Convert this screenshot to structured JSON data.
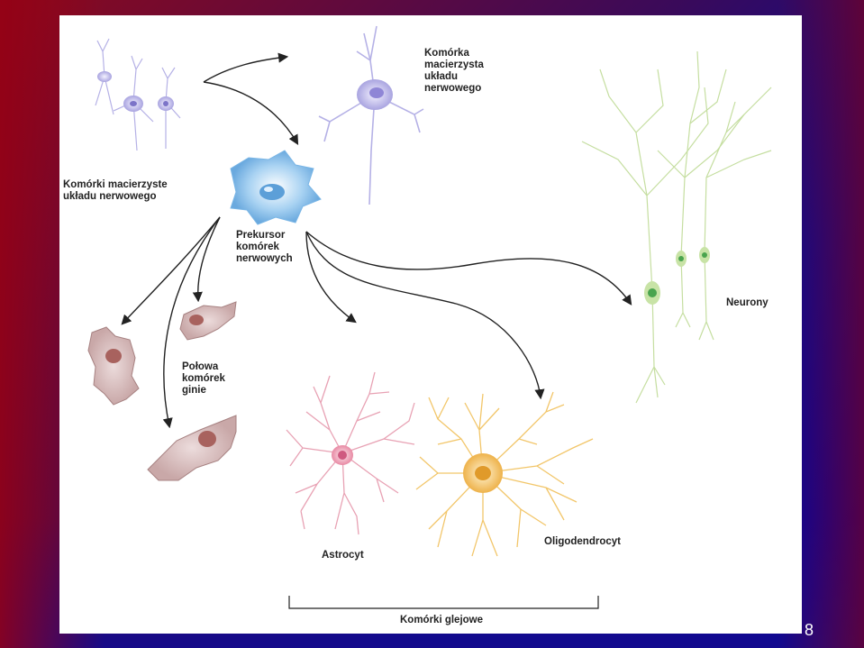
{
  "labels": {
    "stem_cells_group": "Komórki macierzyste\nukładu nerwowego",
    "stem_cell_single": "Komórka\nmacierzysta\nukładu\nnerwowego",
    "precursor": "Prekursor\nkomórek\nnerwowych",
    "half_glia": "Połowa\nkomórek\nginie",
    "neurons": "Neurony",
    "astrocyte": "Astrocyt",
    "oligodendrocyte": "Oligodendrocyt",
    "glial_cells": "Komórki glejowe"
  },
  "page_number": "8",
  "colors": {
    "stem_cell": "#a9a4e0",
    "precursor": "#7ab6e6",
    "dying_cell": "#b78f8f",
    "astrocyte": "#e8a2b4",
    "oligodendrocyte": "#f2c66a",
    "neuron": "#bcd98e",
    "arrow": "#222222"
  }
}
